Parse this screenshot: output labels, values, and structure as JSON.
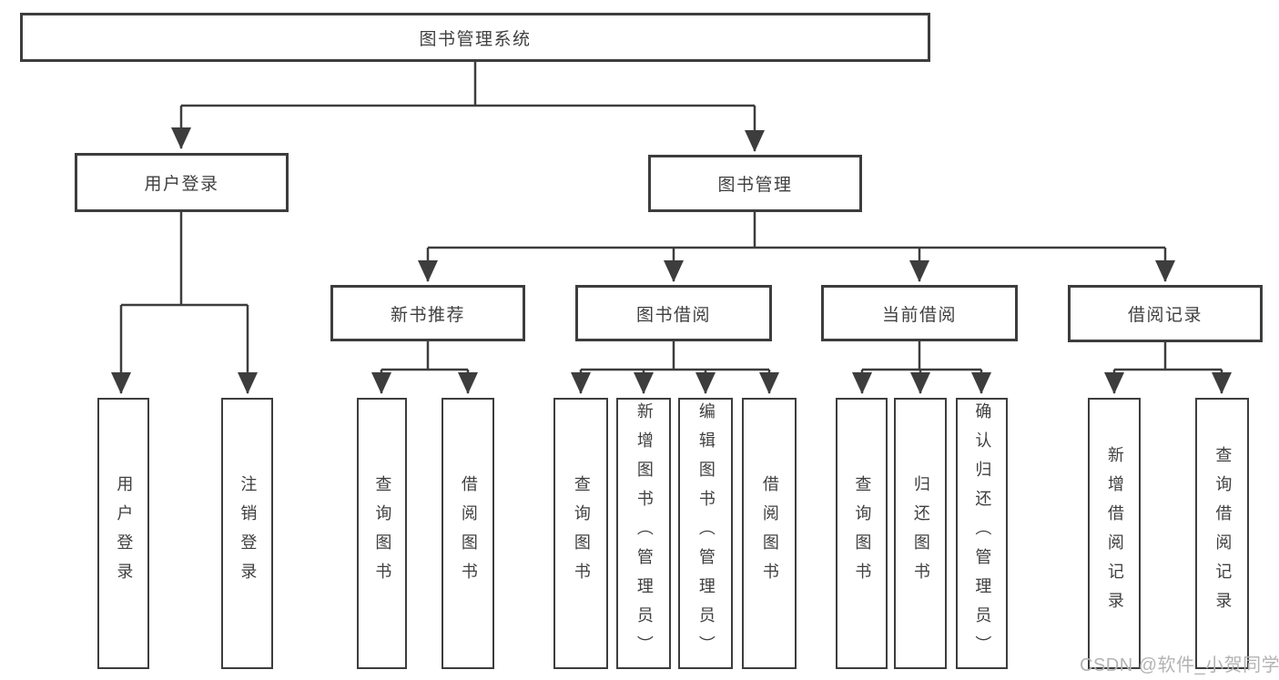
{
  "tree": {
    "root": "图书管理系统",
    "children": [
      {
        "label": "用户登录",
        "leaves": [
          "用户登录",
          "注销登录"
        ]
      },
      {
        "label": "图书管理",
        "children": [
          {
            "label": "新书推荐",
            "leaves": [
              "查询图书",
              "借阅图书"
            ]
          },
          {
            "label": "图书借阅",
            "leaves": [
              "查询图书",
              "新增图书（管理员）",
              "编辑图书（管理员）",
              "借阅图书"
            ]
          },
          {
            "label": "当前借阅",
            "leaves": [
              "查询图书",
              "归还图书",
              "确认归还（管理员）"
            ]
          },
          {
            "label": "借阅记录",
            "leaves": [
              "新增借阅记录",
              "查询借阅记录"
            ]
          }
        ]
      }
    ]
  },
  "watermark": {
    "text": "CSDN @软件_小贺同学",
    "color": "#b3b3b3"
  },
  "colors": {
    "line": "#3d3d3d",
    "text": "#3f3f3f",
    "background": "#ffffff"
  }
}
